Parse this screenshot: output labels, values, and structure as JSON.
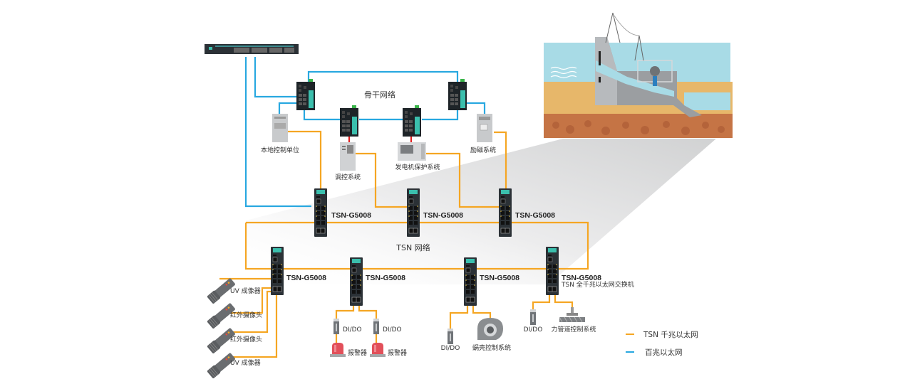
{
  "colors": {
    "tsn_gigabit": "#f5a623",
    "fast_ethernet": "#28a8e0",
    "switch_body": "#2b3136",
    "switch_accent": "#3bbfad",
    "link_red": "#e02020"
  },
  "labels": {
    "backbone_network": "骨干网络",
    "tsn_network": "TSN 网络"
  },
  "backbone_devices": [
    {
      "name": "本地控制单位"
    },
    {
      "name": "调控系统"
    },
    {
      "name": "发电机保护系统"
    },
    {
      "name": "励磁系统"
    }
  ],
  "tsn_switches": [
    {
      "model": "TSN-G5008",
      "subtitle": ""
    },
    {
      "model": "TSN-G5008",
      "subtitle": ""
    },
    {
      "model": "TSN-G5008",
      "subtitle": ""
    },
    {
      "model": "TSN-G5008",
      "subtitle": ""
    },
    {
      "model": "TSN-G5008",
      "subtitle": ""
    },
    {
      "model": "TSN-G5008",
      "subtitle": ""
    },
    {
      "model": "TSN-G5008",
      "subtitle": "TSN 全千兆以太网交换机"
    }
  ],
  "cameras": [
    {
      "name": "UV 成像器"
    },
    {
      "name": "红外摄像头"
    },
    {
      "name": "红外摄像头"
    },
    {
      "name": "UV 成像器"
    }
  ],
  "field_devices": {
    "dido": "DI/DO",
    "alarm": "报警器",
    "volute_control": "蜗壳控制系统",
    "pipeline_control": "力管道控制系统"
  },
  "legend": [
    {
      "label": "TSN 千兆以太网",
      "color": "#f5a623"
    },
    {
      "label": "百兆以太网",
      "color": "#28a8e0"
    }
  ]
}
